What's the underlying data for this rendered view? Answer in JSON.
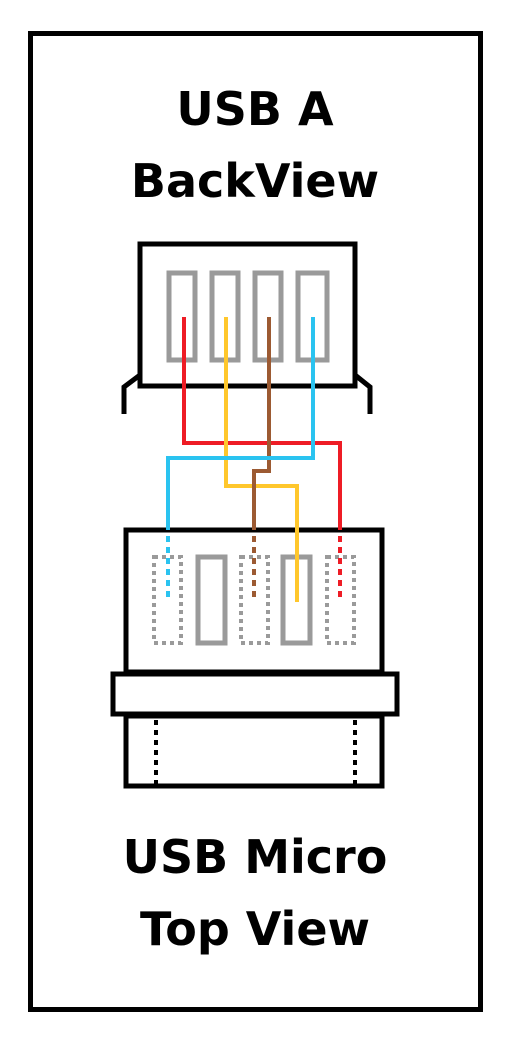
{
  "titles": {
    "top_line1": "USB A",
    "top_line2": "BackView",
    "bottom_line1": "USB Micro",
    "bottom_line2": "Top View"
  },
  "wire_colors": {
    "red": "#ee1c25",
    "yellow": "#ffc72c",
    "brown": "#9c5a32",
    "blue": "#2ac3f0",
    "pin_gray": "#9a9a9a"
  }
}
